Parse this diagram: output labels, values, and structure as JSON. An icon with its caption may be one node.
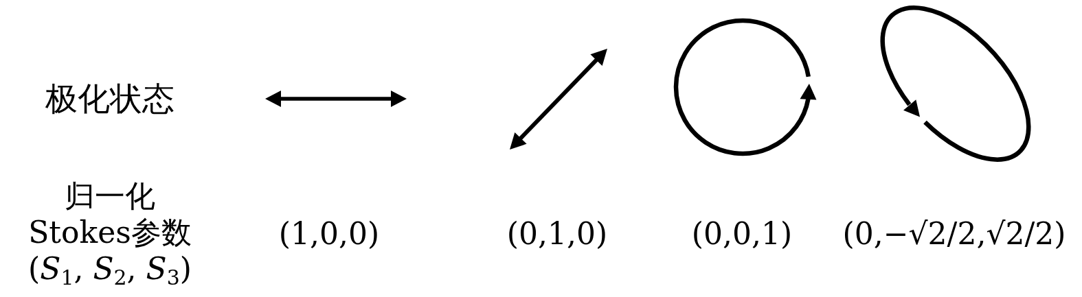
{
  "diagram": {
    "labels": [
      "极化状态",
      "归一化Stokes参数(*S*$_{1}$, *S*$_{2}$, *S*$_{3}$)",
      "(1,0,0)",
      "(0,1,0)",
      "(0,0,1)",
      "(0,−√2/2,√2/2)"
    ]
  }
}
